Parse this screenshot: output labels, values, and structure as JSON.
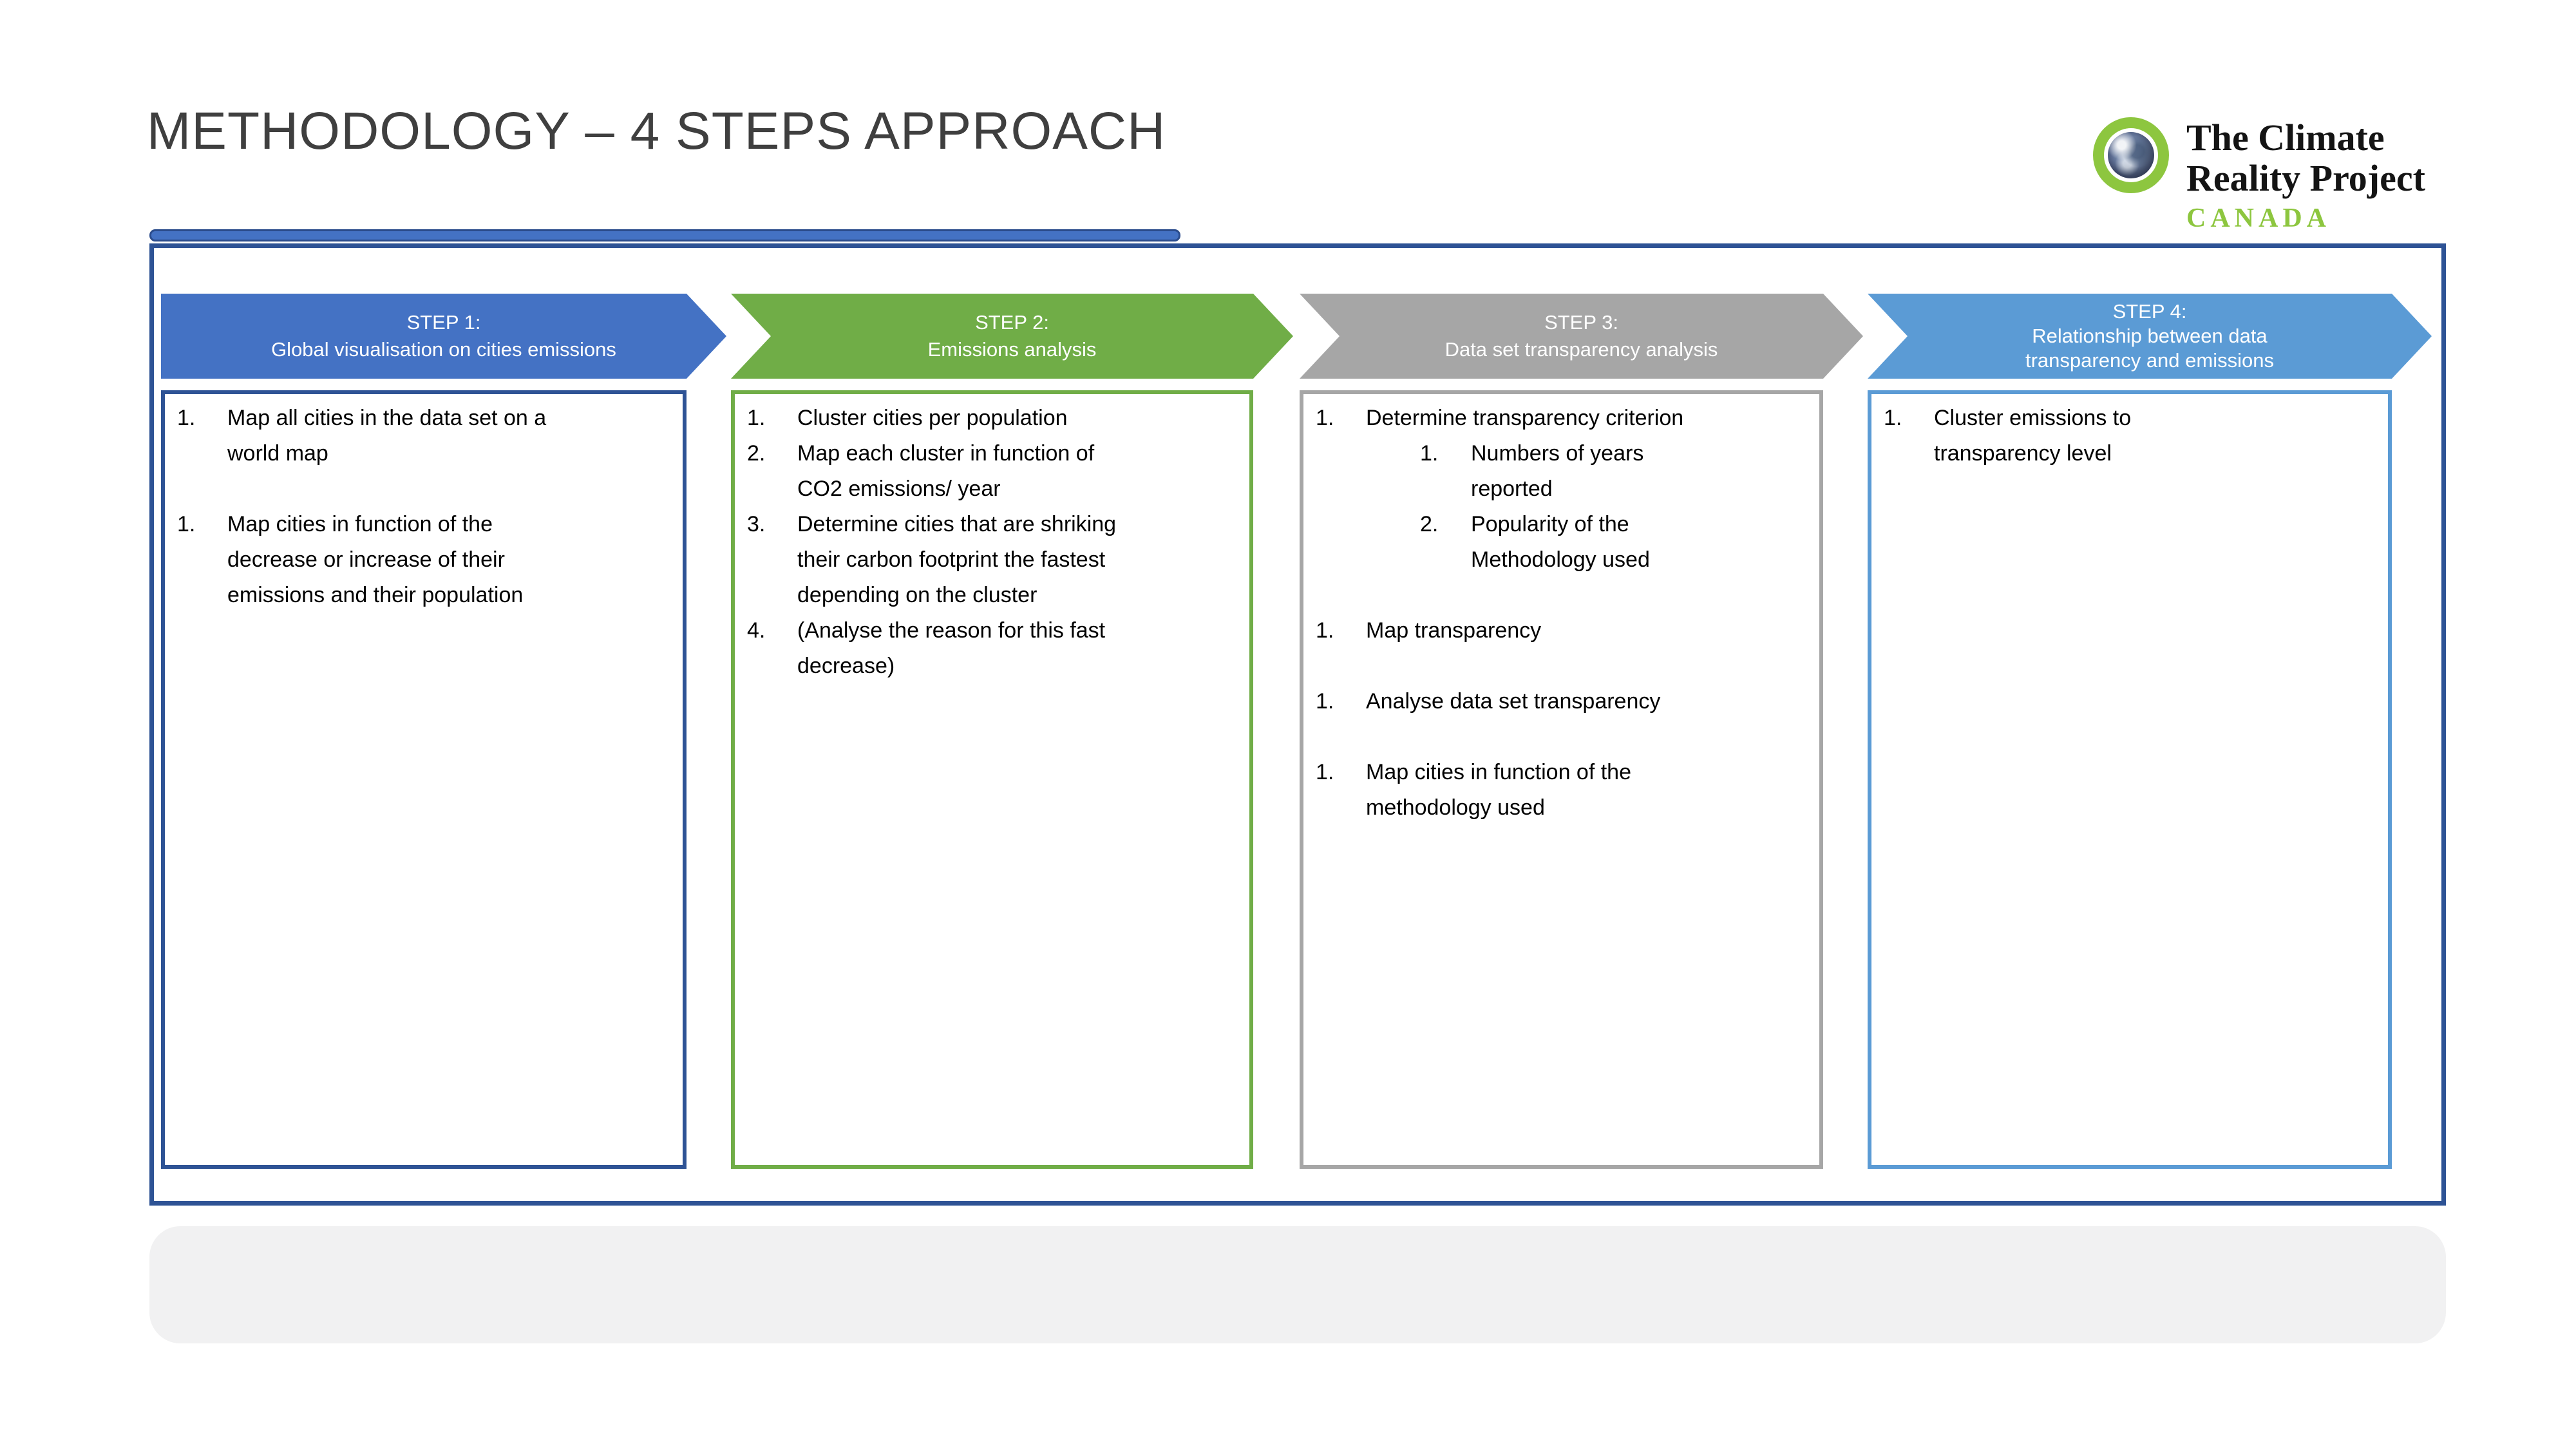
{
  "slide": {
    "title": "METHODOLOGY – 4 STEPS APPROACH",
    "background": "#FFFFFF",
    "accent_navy": "#2E5395",
    "underline_fill": "#4472C4",
    "footer_fill": "#F1F1F2"
  },
  "logo": {
    "line1": "The Climate",
    "line2": "Reality Project",
    "country": "CANADA",
    "green": "#8DC63F"
  },
  "steps": [
    {
      "label": "STEP 1:",
      "subtitle": "Global visualisation on cities emissions",
      "arrow_color": "#4472C4",
      "box_border_color": "#2E5395",
      "items": [
        {
          "n": "1.",
          "t": "Map all cities in the data set on a\nworld map",
          "lvl": 0
        },
        {
          "blank": true
        },
        {
          "n": "1.",
          "t": "Map cities in function of the\ndecrease or increase of their\nemissions and their population",
          "lvl": 0
        }
      ]
    },
    {
      "label": "STEP 2:",
      "subtitle": "Emissions analysis",
      "arrow_color": "#70AD47",
      "box_border_color": "#70AD47",
      "items": [
        {
          "n": "1.",
          "t": "Cluster cities per population",
          "lvl": 0
        },
        {
          "n": "2.",
          "t": "Map each cluster in function of\nCO2 emissions/ year",
          "lvl": 0
        },
        {
          "n": "3.",
          "t": "Determine cities that are shriking\ntheir carbon footprint the fastest\ndepending on the cluster",
          "lvl": 0
        },
        {
          "n": "4.",
          "t": "(Analyse the reason for this fast\ndecrease)",
          "lvl": 0
        }
      ]
    },
    {
      "label": "STEP 3:",
      "subtitle": "Data set transparency analysis",
      "arrow_color": "#A6A6A6",
      "box_border_color": "#A6A6A6",
      "items": [
        {
          "n": "1.",
          "t": "Determine transparency criterion",
          "lvl": 0
        },
        {
          "n": "1.",
          "t": "Numbers of years\nreported",
          "lvl": 1
        },
        {
          "n": "2.",
          "t": "Popularity of the\nMethodology used",
          "lvl": 1
        },
        {
          "blank": true
        },
        {
          "n": "1.",
          "t": "Map transparency",
          "lvl": 0
        },
        {
          "blank": true
        },
        {
          "n": "1.",
          "t": "Analyse data set transparency",
          "lvl": 0
        },
        {
          "blank": true
        },
        {
          "n": "1.",
          "t": "Map cities in function of the\nmethodology used",
          "lvl": 0
        }
      ]
    },
    {
      "label": "STEP 4:",
      "subtitle": "Relationship between data\ntransparency and emissions",
      "arrow_color": "#5B9BD5",
      "box_border_color": "#5B9BD5",
      "items": [
        {
          "n": "1.",
          "t": "Cluster emissions to\ntransparency level",
          "lvl": 0
        }
      ]
    }
  ]
}
